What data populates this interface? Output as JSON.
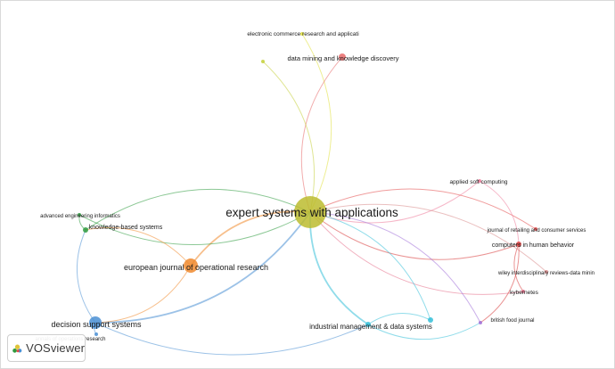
{
  "map": {
    "nodes": [
      {
        "id": "eswa",
        "label": "expert systems with applications",
        "color": "#bcbc2f",
        "weight": 1.0
      },
      {
        "id": "ejor",
        "label": "european journal of operational research",
        "color": "#f08a2e",
        "weight": 0.3
      },
      {
        "id": "dss",
        "label": "decision support systems",
        "color": "#4a8fd4",
        "weight": 0.28
      },
      {
        "id": "kbs",
        "label": "knowledge-based systems",
        "color": "#2e9b3e",
        "weight": 0.12
      },
      {
        "id": "aei",
        "label": "advanced engineering informatics",
        "color": "#2e9b3e",
        "weight": 0.06
      },
      {
        "id": "aor",
        "label": "annals of operations research",
        "color": "#4a8fd4",
        "weight": 0.06
      },
      {
        "id": "ecra",
        "label": "electronic commerce research and applicati",
        "color": "#e0e03a",
        "weight": 0.07
      },
      {
        "id": "dmkd",
        "label": "data mining and knowledge discovery",
        "color": "#e86a6a",
        "weight": 0.12
      },
      {
        "id": "asc",
        "label": "applied soft computing",
        "color": "#ee7b9a",
        "weight": 0.06
      },
      {
        "id": "jrcs",
        "label": "journal of retailing and consumer services",
        "color": "#e34a4a",
        "weight": 0.05
      },
      {
        "id": "chb",
        "label": "computers in human behavior",
        "color": "#d93c3c",
        "weight": 0.12
      },
      {
        "id": "wires",
        "label": "wiley interdisciplinary reviews-data minin",
        "color": "#d98a8a",
        "weight": 0.05
      },
      {
        "id": "kyb",
        "label": "kybernetes",
        "color": "#e56f8b",
        "weight": 0.07
      },
      {
        "id": "bfj",
        "label": "british food journal",
        "color": "#a070d8",
        "weight": 0.07
      },
      {
        "id": "imds",
        "label": "industrial management & data systems",
        "color": "#35c0d8",
        "weight": 0.1
      },
      {
        "id": "cyan2",
        "label": "",
        "color": "#35c0d8",
        "weight": 0.08
      },
      {
        "id": "yellowdot",
        "label": "",
        "color": "#c4d03a",
        "weight": 0.04
      }
    ],
    "links": [
      [
        "eswa",
        "ejor"
      ],
      [
        "eswa",
        "dss"
      ],
      [
        "eswa",
        "kbs"
      ],
      [
        "eswa",
        "aei"
      ],
      [
        "eswa",
        "ecra"
      ],
      [
        "eswa",
        "dmkd"
      ],
      [
        "eswa",
        "asc"
      ],
      [
        "eswa",
        "jrcs"
      ],
      [
        "eswa",
        "chb"
      ],
      [
        "eswa",
        "wires"
      ],
      [
        "eswa",
        "kyb"
      ],
      [
        "eswa",
        "bfj"
      ],
      [
        "eswa",
        "imds"
      ],
      [
        "eswa",
        "cyan2"
      ],
      [
        "eswa",
        "yellowdot"
      ],
      [
        "ejor",
        "dss"
      ],
      [
        "ejor",
        "kbs"
      ],
      [
        "dss",
        "kbs"
      ],
      [
        "dss",
        "imds"
      ],
      [
        "kbs",
        "aei"
      ],
      [
        "imds",
        "bfj"
      ],
      [
        "chb",
        "bfj"
      ],
      [
        "chb",
        "kyb"
      ],
      [
        "asc",
        "chb"
      ],
      [
        "dss",
        "aor"
      ],
      [
        "imds",
        "cyan2"
      ]
    ]
  },
  "brand": {
    "name": "VOSviewer"
  }
}
